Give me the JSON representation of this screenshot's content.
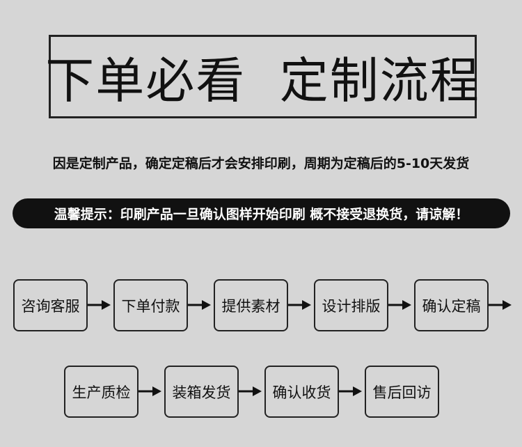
{
  "title": "下单必看  定制流程",
  "notice": "因是定制产品，确定定稿后才会安排印刷，周期为定稿后的5-10天发货",
  "warning": "温馨提示：印刷产品一旦确认图样开始印刷 概不接受退换货，请谅解！",
  "steps_row1": [
    "咨询客服",
    "下单付款",
    "提供素材",
    "设计排版",
    "确认定稿"
  ],
  "steps_row2": [
    "生产质检",
    "装箱发货",
    "确认收货",
    "售后回访"
  ]
}
